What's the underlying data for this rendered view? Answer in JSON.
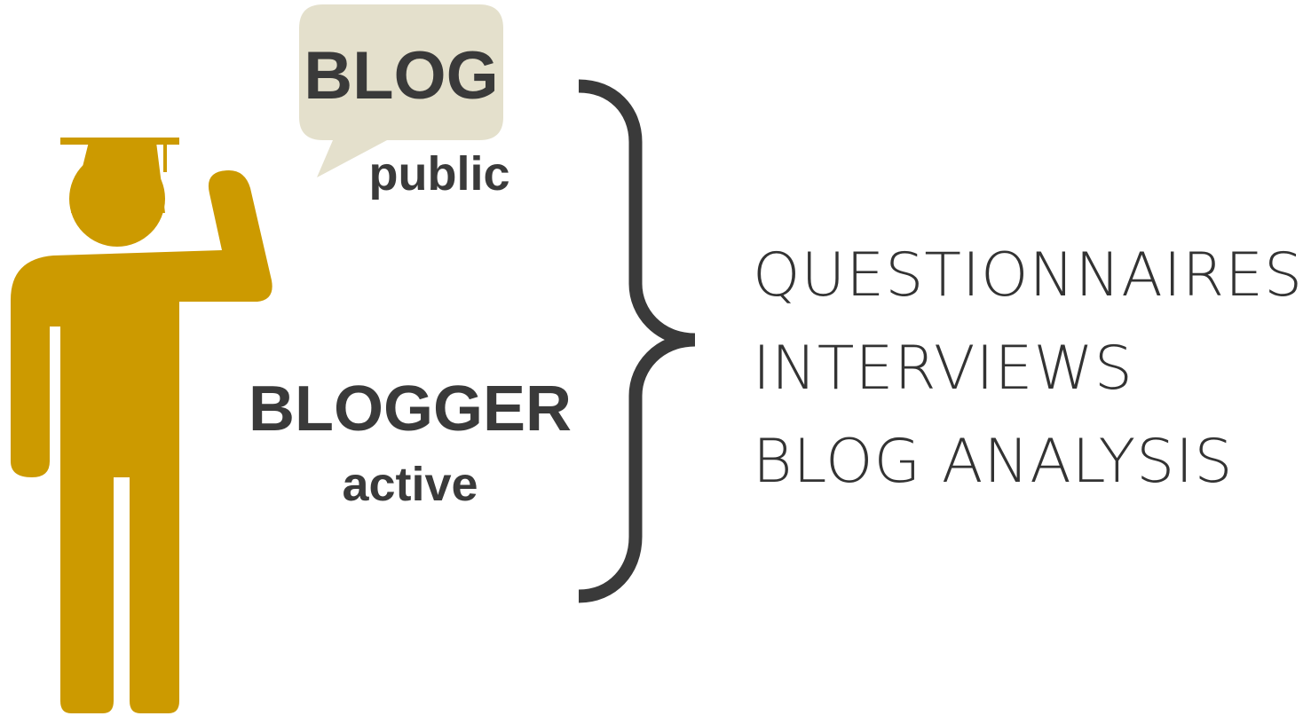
{
  "colors": {
    "figure": "#CC9A00",
    "bubble": "#E4E0CC",
    "text": "#3A3A3A",
    "brace": "#3A3A3A"
  },
  "icons": {
    "figure": "graduate-person-icon",
    "bubble": "speech-bubble-icon",
    "brace": "curly-brace-icon"
  },
  "blog": {
    "title": "BLOG",
    "subtitle": "public"
  },
  "blogger": {
    "title": "BLOGGER",
    "subtitle": "active"
  },
  "methods": [
    "QUESTIONNAIRES",
    "INTERVIEWS",
    "BLOG ANALYSIS"
  ]
}
